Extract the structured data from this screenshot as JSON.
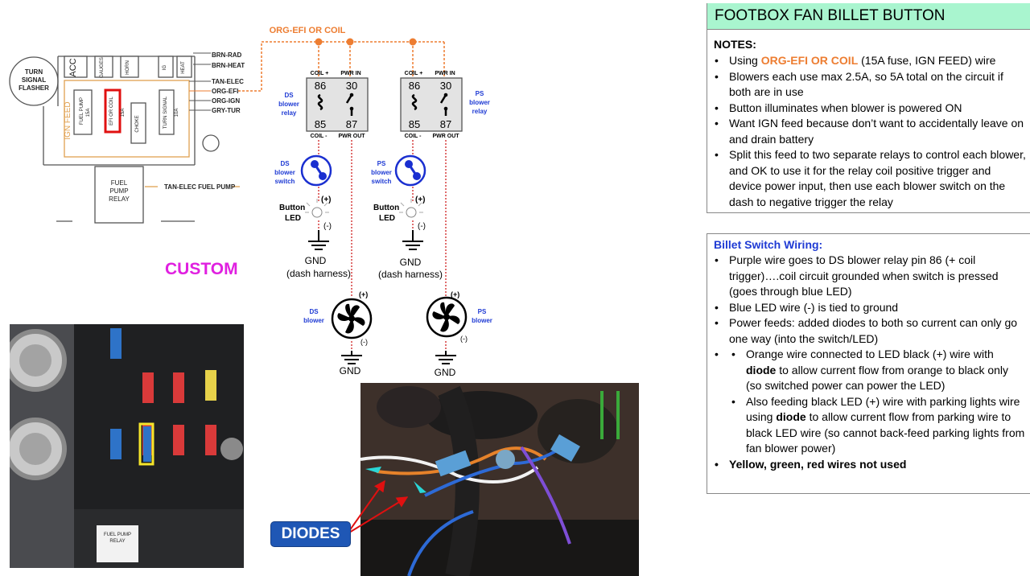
{
  "schematic": {
    "feed_label": "ORG-EFI OR COIL",
    "relays": [
      {
        "side_label": [
          "DS",
          "blower",
          "relay"
        ],
        "pin_86": "86",
        "pin_30": "30",
        "pin_85": "85",
        "pin_87": "87",
        "coil_plus": "COIL +",
        "pwr_in": "PWR IN",
        "coil_minus": "COIL -",
        "pwr_out": "PWR OUT"
      },
      {
        "side_label": [
          "PS",
          "blower",
          "relay"
        ],
        "pin_86": "86",
        "pin_30": "30",
        "pin_85": "85",
        "pin_87": "87",
        "coil_plus": "COIL +",
        "pwr_in": "PWR IN",
        "coil_minus": "COIL -",
        "pwr_out": "PWR OUT"
      }
    ],
    "switches": [
      {
        "label": [
          "DS",
          "blower",
          "switch"
        ]
      },
      {
        "label": [
          "PS",
          "blower",
          "switch"
        ]
      }
    ],
    "led": {
      "label": [
        "Button",
        "LED"
      ],
      "plus": "(+)",
      "minus": "(-)"
    },
    "gnd_dash": [
      "GND",
      "(dash harness)"
    ],
    "blowers": [
      {
        "label": [
          "DS",
          "blower"
        ]
      },
      {
        "label": [
          "PS",
          "blower"
        ]
      }
    ],
    "blower_plus": "(+)",
    "blower_minus": "(-)",
    "gnd": "GND",
    "custom": "CUSTOM"
  },
  "fuse_panel": {
    "flasher": [
      "TURN",
      "SIGNAL",
      "FLASHER"
    ],
    "acc": "ACC",
    "ign_feed": "IGN FEED",
    "fuses": [
      {
        "name": "FUEL PUMP",
        "amps": "15A"
      },
      {
        "name": "EFI OR COIL",
        "amps": "15A"
      },
      {
        "name": "CHOKE",
        "amps": ""
      },
      {
        "name": "TURN SIGNAL",
        "amps": "10A"
      }
    ],
    "top_fuses": [
      "GAUGES",
      "HORN",
      "IG",
      "HEAT"
    ],
    "wires": [
      "BRN-RAD",
      "BRN-HEAT",
      "TAN-ELEC",
      "ORG-EFI",
      "ORG-IGN",
      "GRY-TUR"
    ],
    "relay": [
      "FUEL",
      "PUMP",
      "RELAY"
    ],
    "relay_wire": "TAN-ELEC FUEL PUMP"
  },
  "notes": {
    "title": "FOOTBOX FAN BILLET BUTTON",
    "heading": "NOTES:",
    "item1_pre": "Using ",
    "item1_hl": "ORG-EFI OR COIL",
    "item1_post": " (15A fuse, IGN FEED) wire",
    "item2": "Blowers each use max 2.5A, so 5A total on the circuit if both are in use",
    "item3": "Button illuminates when blower is powered ON",
    "item4": "Want IGN feed because don’t want to accidentally leave on and drain battery",
    "item5": "Split this feed to two separate relays to control each blower, and OK to use it for the relay coil positive trigger and device power input, then use each blower switch on the dash to negative trigger the relay"
  },
  "billet": {
    "heading": "Billet Switch Wiring:",
    "item1": "Purple wire goes to DS blower relay pin 86 (+ coil trigger)….coil circuit grounded when switch is pressed (goes through blue LED)",
    "item2": "Blue LED wire (-) is tied to ground",
    "item3": "Power feeds: added diodes to both so current can only go one way (into the switch/LED)",
    "sub1_pre": "Orange wire connected to LED black (+) wire with ",
    "sub1_bold": "diode",
    "sub1_post": " to allow current flow from orange to black only (so switched power can power the LED)",
    "sub2_pre": "Also feeding black LED (+) wire with parking lights wire using ",
    "sub2_bold": "diode",
    "sub2_post": " to allow current flow from parking wire to black LED wire (so cannot back-feed parking lights from fan blower power)",
    "item4": "Yellow, green, red wires not used"
  },
  "photos": {
    "fuse_text": [
      "FUEL PUMP",
      "RELAY"
    ],
    "diodes": "DIODES"
  },
  "colors": {
    "feed_orange": "#ed7d31",
    "blue_label": "#1f3bd4",
    "custom_magenta": "#e020e0",
    "title_green": "#a9f5cf",
    "diodes_blue": "#1f57b5"
  }
}
